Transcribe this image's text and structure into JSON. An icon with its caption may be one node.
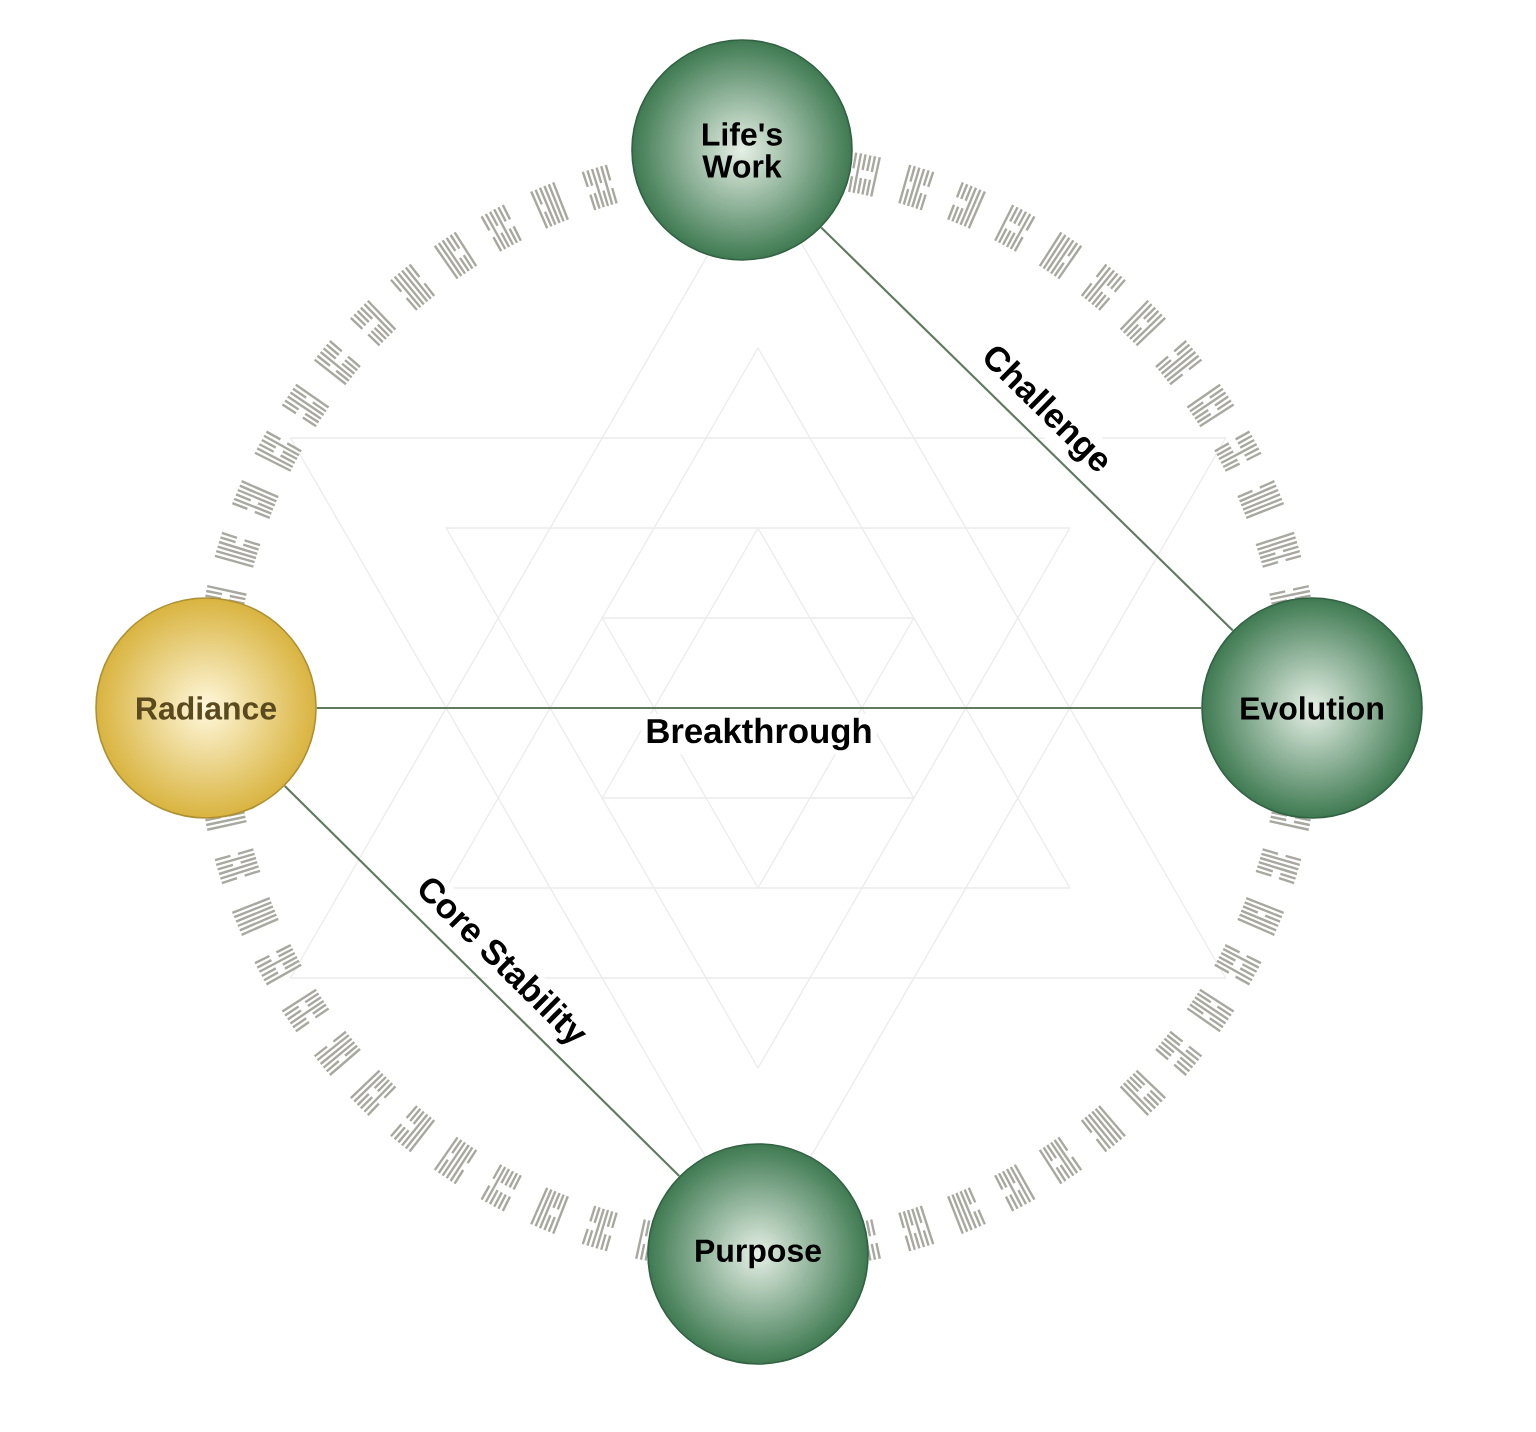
{
  "diagram": {
    "nodes": [
      {
        "text": [
          "Life's Work"
        ]
      },
      {
        "text": [
          "Radiance"
        ]
      },
      {
        "text": [
          "Evolution"
        ]
      },
      {
        "text": [
          "Purpose"
        ]
      }
    ],
    "edges": [
      {
        "from": 0,
        "to": 2,
        "arrow": "none",
        "label": "Challenge"
      },
      {
        "from": 1,
        "to": 2,
        "arrow": "none",
        "label": "Breakthrough"
      },
      {
        "from": 1,
        "to": 3,
        "arrow": "none",
        "label": "Core Stability"
      }
    ]
  }
}
